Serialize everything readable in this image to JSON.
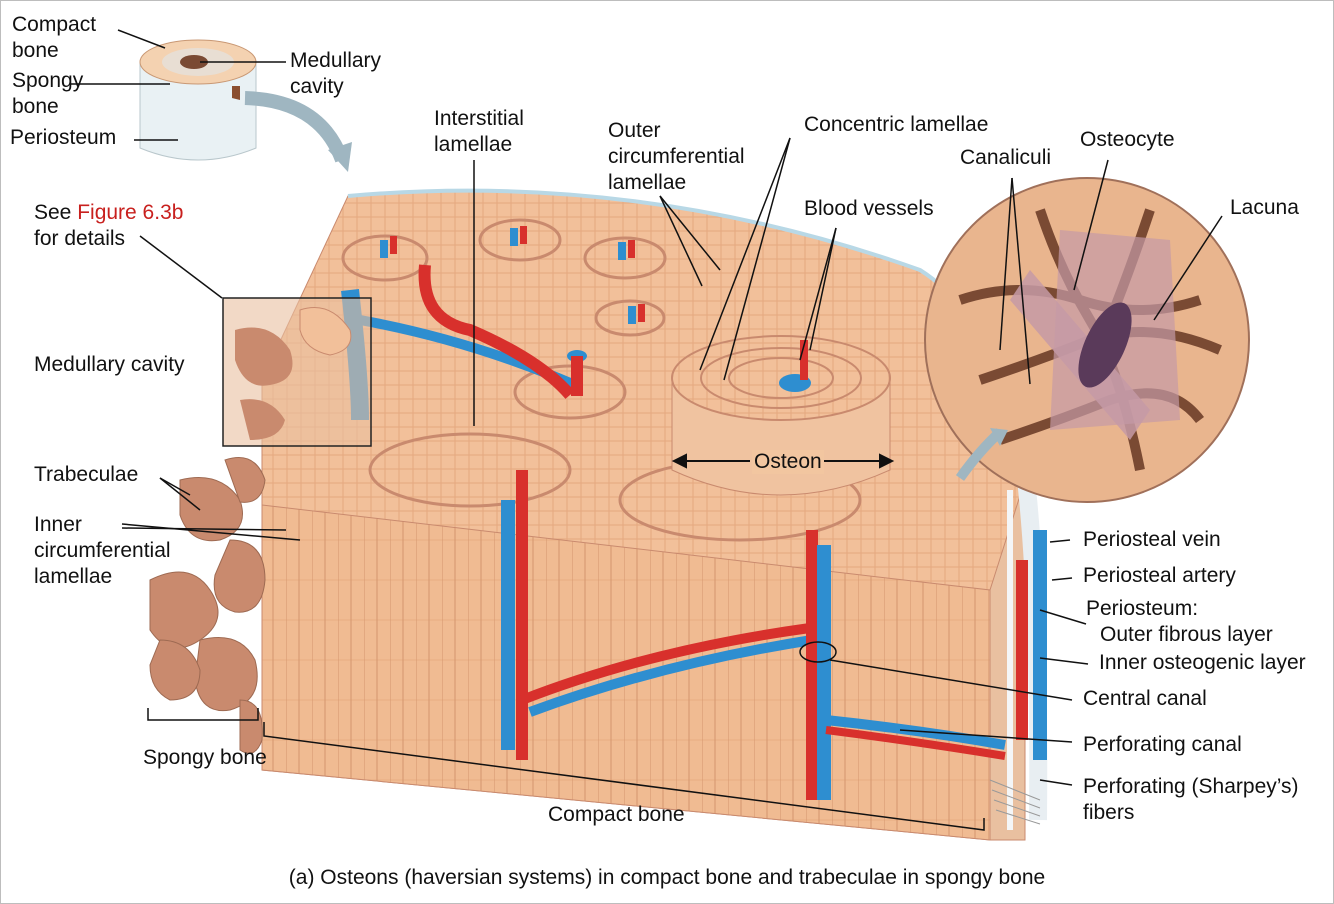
{
  "labels": {
    "inset_compact_bone": [
      "Compact",
      "bone"
    ],
    "inset_spongy_bone": [
      "Spongy",
      "bone"
    ],
    "inset_periosteum": "Periosteum",
    "inset_medullary_cavity": [
      "Medullary",
      "cavity"
    ],
    "see_prefix": "See ",
    "see_figure": "Figure 6.3b",
    "see_suffix": "for details",
    "medullary_cavity": "Medullary cavity",
    "trabeculae": "Trabeculae",
    "inner_circumferential_lamellae": [
      "Inner",
      "circumferential",
      "lamellae"
    ],
    "interstitial_lamellae": [
      "Interstitial",
      "lamellae"
    ],
    "outer_circumferential_lamellae": [
      "Outer",
      "circumferential",
      "lamellae"
    ],
    "concentric_lamellae": "Concentric lamellae",
    "blood_vessels": "Blood vessels",
    "canaliculi": "Canaliculi",
    "osteocyte": "Osteocyte",
    "lacuna": "Lacuna",
    "osteon": "Osteon",
    "periosteal_vein": "Periosteal vein",
    "periosteal_artery": "Periosteal artery",
    "periosteum_outer": [
      "Periosteum:",
      "Outer fibrous layer"
    ],
    "inner_osteogenic_layer": "Inner osteogenic layer",
    "central_canal": "Central canal",
    "perforating_canal": "Perforating canal",
    "perforating_fibers": [
      "Perforating (Sharpey’s)",
      "fibers"
    ],
    "spongy_bone": "Spongy bone",
    "compact_bone": "Compact bone"
  },
  "caption": "(a) Osteons (haversian systems) in compact bone and trabeculae in spongy bone",
  "colors": {
    "bone": "#f2c09a",
    "bone_dark": "#d9946a",
    "vein": "#2e8ed0",
    "artery": "#d8302c",
    "trabecula": "#c98a6e",
    "highlight_text": "#c8201e"
  }
}
